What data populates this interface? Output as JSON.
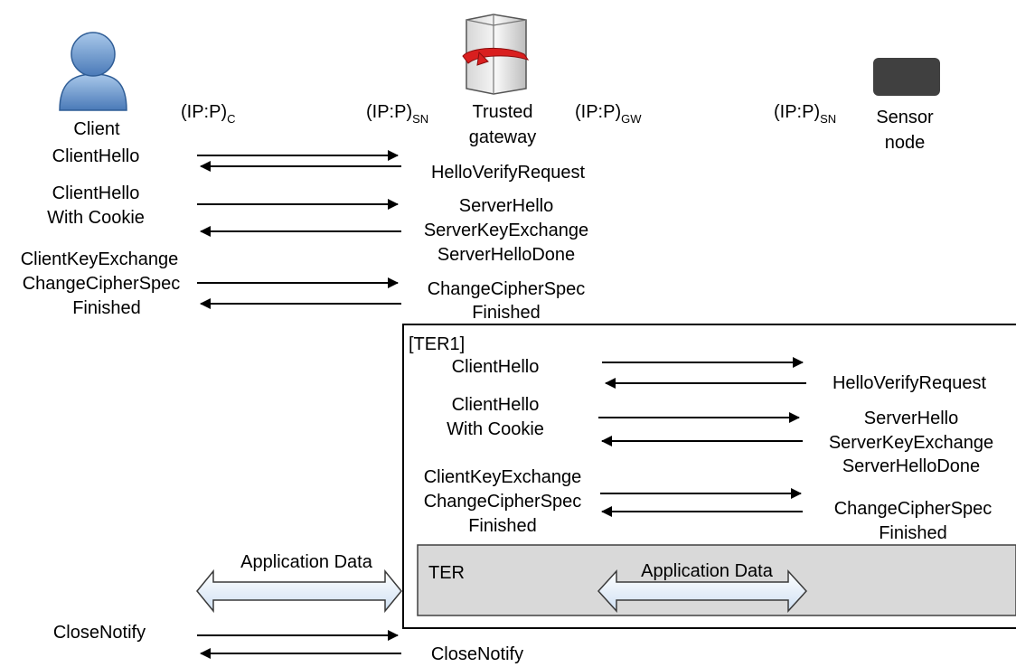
{
  "actors": {
    "client": "Client",
    "gateway": [
      "Trusted",
      "gateway"
    ],
    "sensor": [
      "Sensor",
      "node"
    ]
  },
  "addresses": {
    "client": {
      "base": "(IP:P)",
      "sub": "C"
    },
    "gateway_left": {
      "base": "(IP:P)",
      "sub": "SN"
    },
    "gateway_right": {
      "base": "(IP:P)",
      "sub": "GW"
    },
    "sensor": {
      "base": "(IP:P)",
      "sub": "SN"
    }
  },
  "outer_handshake": {
    "client_msgs": [
      "ClientHello",
      "ClientHello",
      "With Cookie",
      "ClientKeyExchange",
      "ChangeCipherSpec",
      "Finished"
    ],
    "server_msgs": [
      "HelloVerifyRequest",
      "ServerHello",
      "ServerKeyExchange",
      "ServerHelloDone",
      "ChangeCipherSpec",
      "Finished"
    ]
  },
  "ter_box": {
    "tag": "[TER1]",
    "client_msgs": [
      "ClientHello",
      "ClientHello",
      "With Cookie",
      "ClientKeyExchange",
      "ChangeCipherSpec",
      "Finished"
    ],
    "server_msgs": [
      "HelloVerifyRequest",
      "ServerHello",
      "ServerKeyExchange",
      "ServerHelloDone",
      "ChangeCipherSpec",
      "Finished"
    ],
    "inner_tag": "TER",
    "inner_app_data": "Application Data"
  },
  "app_data": "Application Data",
  "close": {
    "client": "CloseNotify",
    "server": "CloseNotify"
  }
}
